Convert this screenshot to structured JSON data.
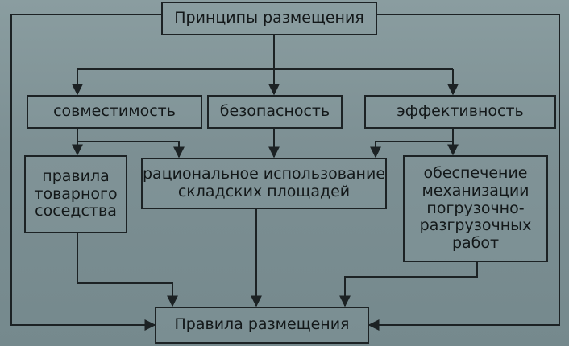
{
  "diagram": {
    "top": "Принципы размещения",
    "principles": [
      "совместимость",
      "безопасность",
      "эффективность"
    ],
    "rules": [
      "правила\nтоварного\nсоседства",
      "рациональное использование\nскладских площадей",
      "обеспечение\nмеханизации\nпогрузочно-\nразгрузочных\nработ"
    ],
    "bottom": "Правила размещения"
  }
}
